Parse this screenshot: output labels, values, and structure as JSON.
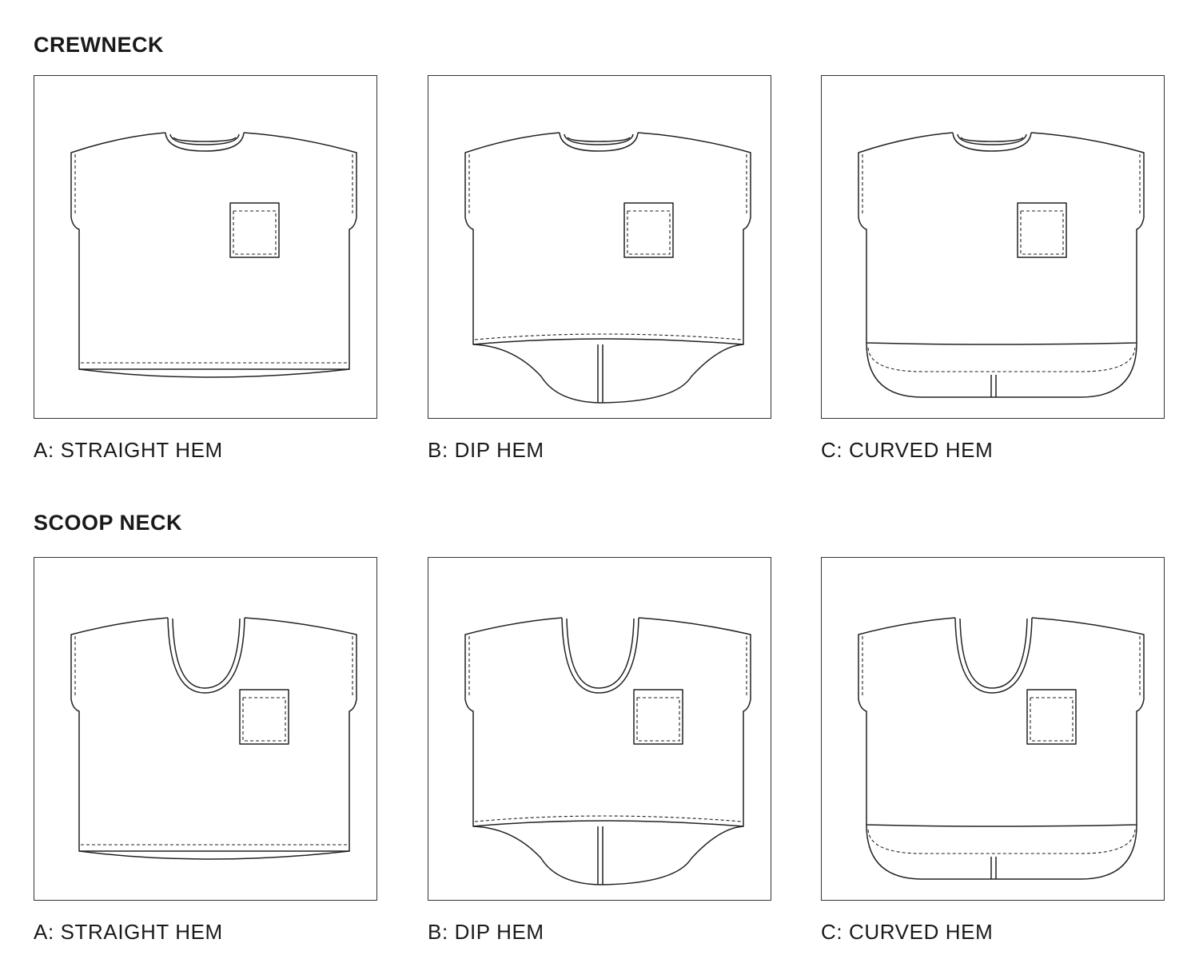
{
  "sections": [
    {
      "title": "CREWNECK",
      "neck": "crew",
      "views": [
        {
          "caption": "A: STRAIGHT HEM",
          "hem": "straight"
        },
        {
          "caption": "B: DIP HEM",
          "hem": "dip"
        },
        {
          "caption": "C: CURVED HEM",
          "hem": "curved"
        }
      ]
    },
    {
      "title": "SCOOP NECK",
      "neck": "scoop",
      "views": [
        {
          "caption": "A: STRAIGHT HEM",
          "hem": "straight"
        },
        {
          "caption": "B: DIP HEM",
          "hem": "dip"
        },
        {
          "caption": "C: CURVED HEM",
          "hem": "curved"
        }
      ]
    }
  ],
  "colors": {
    "line": "#222222",
    "background": "#ffffff"
  }
}
